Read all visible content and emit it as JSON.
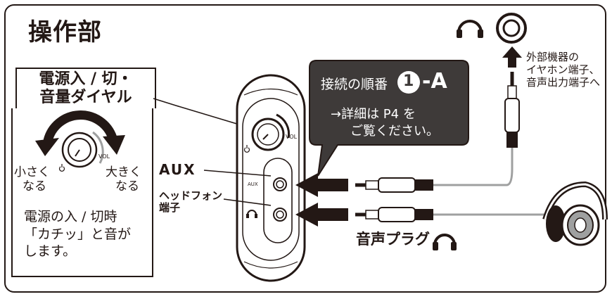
{
  "title": "操作部",
  "callout": {
    "title_line1": "電源入 / 切・",
    "title_line2": "音量ダイヤル",
    "decrease_line1": "小さく",
    "decrease_line2": "なる",
    "increase_line1": "大きく",
    "increase_line2": "なる",
    "vol_mark": "VOL",
    "note_line1": "電源の入 / 切時",
    "note_line2": "「カチッ」と音が",
    "note_line3": "します。"
  },
  "device": {
    "vol_mark": "VOL",
    "aux_mark": "AUX"
  },
  "labels": {
    "aux": "AUX",
    "headphone_line1": "ヘッドフォン",
    "headphone_line2": "端子",
    "audio_plug": "音声プラグ"
  },
  "bubble": {
    "line1_prefix": "接続の順番",
    "step_number": "1",
    "step_suffix": "-A",
    "line2": "→詳細は P4 を",
    "line3": "ご覧ください。"
  },
  "external": {
    "line1": "外部機器の",
    "line2": "イヤホン端子、",
    "line3": "音声出力端子へ"
  },
  "colors": {
    "ink": "#231815",
    "bubble_bg": "#3e3a39",
    "cable": "#9fa0a0",
    "white": "#ffffff"
  }
}
